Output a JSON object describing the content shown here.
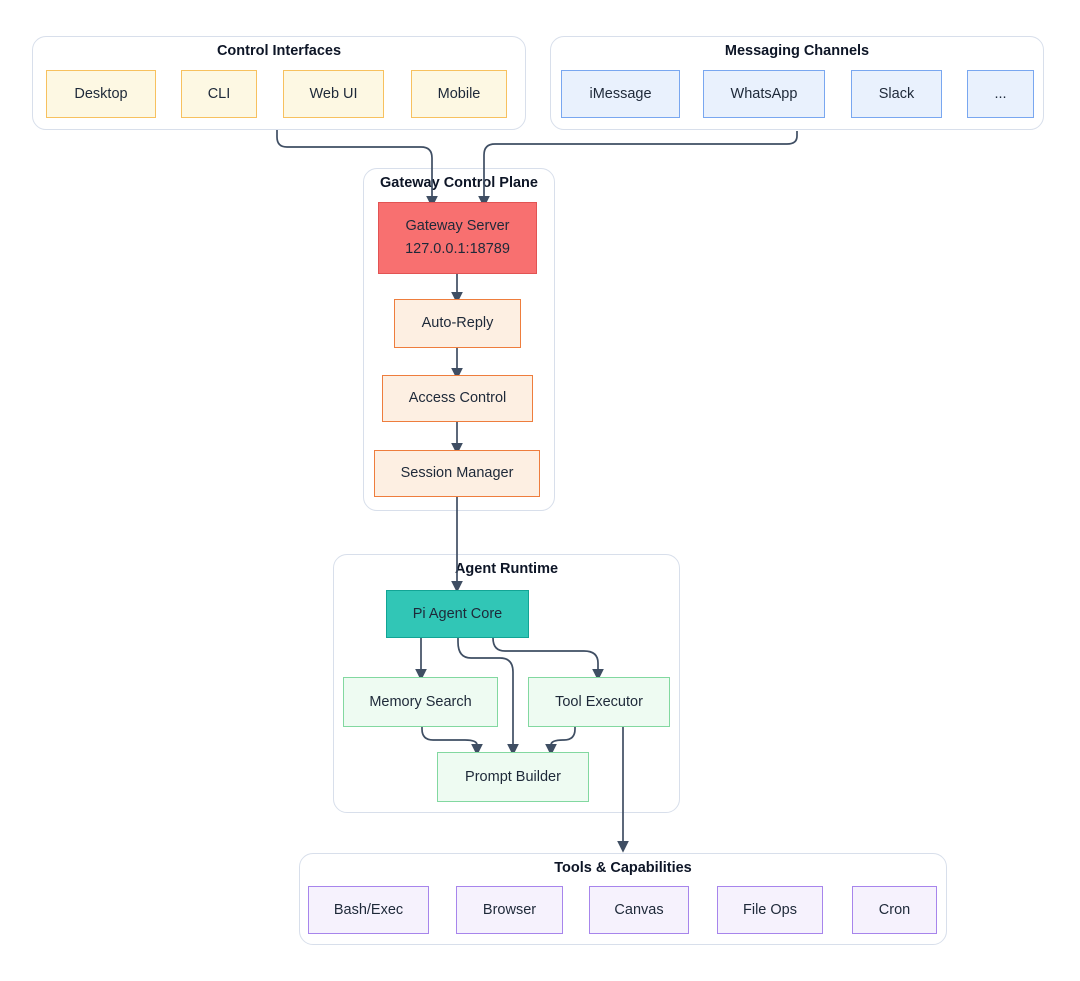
{
  "groups": {
    "control": {
      "title": "Control Interfaces"
    },
    "messaging": {
      "title": "Messaging Channels"
    },
    "gateway": {
      "title": "Gateway Control Plane"
    },
    "runtime": {
      "title": "Agent Runtime"
    },
    "tools": {
      "title": "Tools & Capabilities"
    }
  },
  "nodes": {
    "desktop": "Desktop",
    "cli": "CLI",
    "web_ui": "Web UI",
    "mobile": "Mobile",
    "imessage": "iMessage",
    "whatsapp": "WhatsApp",
    "slack": "Slack",
    "more": "...",
    "gateway_server": "Gateway Server",
    "gateway_server_addr": "127.0.0.1:18789",
    "auto_reply": "Auto-Reply",
    "access_control": "Access Control",
    "session_manager": "Session Manager",
    "pi_agent_core": "Pi Agent Core",
    "memory_search": "Memory Search",
    "tool_executor": "Tool Executor",
    "prompt_builder": "Prompt Builder",
    "bash_exec": "Bash/Exec",
    "browser": "Browser",
    "canvas": "Canvas",
    "file_ops": "File Ops",
    "cron": "Cron"
  },
  "edges": [
    {
      "from": "Control Interfaces",
      "to": "Gateway Server"
    },
    {
      "from": "Messaging Channels",
      "to": "Gateway Server"
    },
    {
      "from": "Gateway Server",
      "to": "Auto-Reply"
    },
    {
      "from": "Auto-Reply",
      "to": "Access Control"
    },
    {
      "from": "Access Control",
      "to": "Session Manager"
    },
    {
      "from": "Session Manager",
      "to": "Pi Agent Core"
    },
    {
      "from": "Pi Agent Core",
      "to": "Memory Search"
    },
    {
      "from": "Pi Agent Core",
      "to": "Prompt Builder"
    },
    {
      "from": "Pi Agent Core",
      "to": "Tool Executor"
    },
    {
      "from": "Memory Search",
      "to": "Prompt Builder"
    },
    {
      "from": "Tool Executor",
      "to": "Prompt Builder"
    },
    {
      "from": "Tool Executor",
      "to": "Tools & Capabilities"
    }
  ],
  "colors": {
    "background": "#ffffff",
    "edge": "#3f4e63",
    "text": "#1e2939",
    "title_text": "#0d1526",
    "group_border": "#d8dfeb",
    "group_fill": "#ffffff",
    "yellow_fill": "#fdf8e3",
    "yellow_stroke": "#f7c15f",
    "blue_fill": "#e9f1fd",
    "blue_stroke": "#79a7f0",
    "red_fill": "#f87070",
    "red_stroke": "#e25353",
    "orange_fill": "#fdefe2",
    "orange_stroke": "#ee7d3d",
    "teal_fill": "#31c6b6",
    "teal_stroke": "#12a495",
    "green_fill": "#eefbf2",
    "green_stroke": "#82d8a0",
    "purple_fill": "#f6f2fd",
    "purple_stroke": "#a785ec"
  }
}
